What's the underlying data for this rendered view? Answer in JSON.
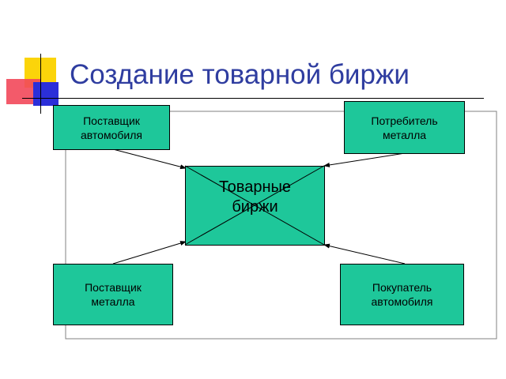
{
  "slide": {
    "title": "Создание товарной биржи"
  },
  "diagram": {
    "center": {
      "label": "Товарные\nбиржи"
    },
    "nodes": {
      "top_left": "Поставщик\nавтомобиля",
      "top_right": "Потребитель\nметалла",
      "bottom_left": "Поставщик\nметалла",
      "bottom_right": "Покупатель\nавтомобиля"
    }
  },
  "colors": {
    "title": "#2f3da0",
    "box_fill": "#1ec79a",
    "deco_yellow": "#fbd40a",
    "deco_red": "#f2485a",
    "deco_blue": "#2b2fd9",
    "line": "#000000",
    "frame": "#808080"
  }
}
